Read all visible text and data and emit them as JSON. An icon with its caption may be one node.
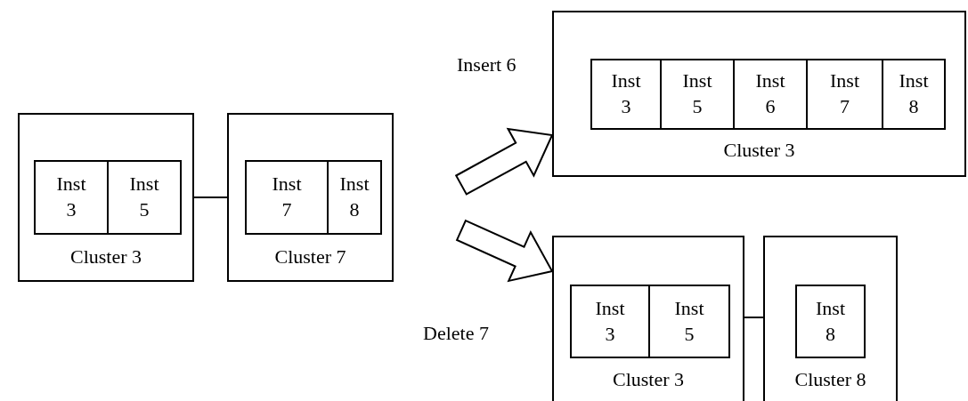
{
  "diagram": {
    "nodes": [
      {
        "text": [
          "Cluster 3"
        ]
      },
      {
        "text": [
          "Inst 3"
        ],
        "in": 0
      },
      {
        "text": [
          "Inst 5"
        ],
        "in": 0
      },
      {
        "text": [
          "Cluster 7"
        ]
      },
      {
        "text": [
          "Inst 7"
        ],
        "in": 3
      },
      {
        "text": [
          "Inst 8"
        ],
        "in": 3
      },
      {
        "text": [
          "Cluster 3"
        ]
      },
      {
        "text": [
          "Inst 3"
        ],
        "in": 6
      },
      {
        "text": [
          "Inst 5"
        ],
        "in": 6
      },
      {
        "text": [
          "Inst 6"
        ],
        "in": 6
      },
      {
        "text": [
          "Inst 7"
        ],
        "in": 6
      },
      {
        "text": [
          "Inst 8"
        ],
        "in": 6
      },
      {
        "text": [
          "Cluster 3"
        ]
      },
      {
        "text": [
          "Inst 3"
        ],
        "in": 12
      },
      {
        "text": [
          "Inst 5"
        ],
        "in": 12
      },
      {
        "text": [
          "Cluster 8"
        ]
      },
      {
        "text": [
          "Inst 8"
        ],
        "in": 15
      }
    ],
    "edges": [
      {
        "from": 0,
        "to": 3,
        "arrow": "none"
      },
      {
        "from": 12,
        "to": 15,
        "arrow": "none"
      },
      {
        "from": null,
        "to": 6,
        "arrow": "to",
        "label": "Insert 6"
      },
      {
        "from": null,
        "to": 12,
        "arrow": "to",
        "label": "Delete 7"
      }
    ]
  }
}
